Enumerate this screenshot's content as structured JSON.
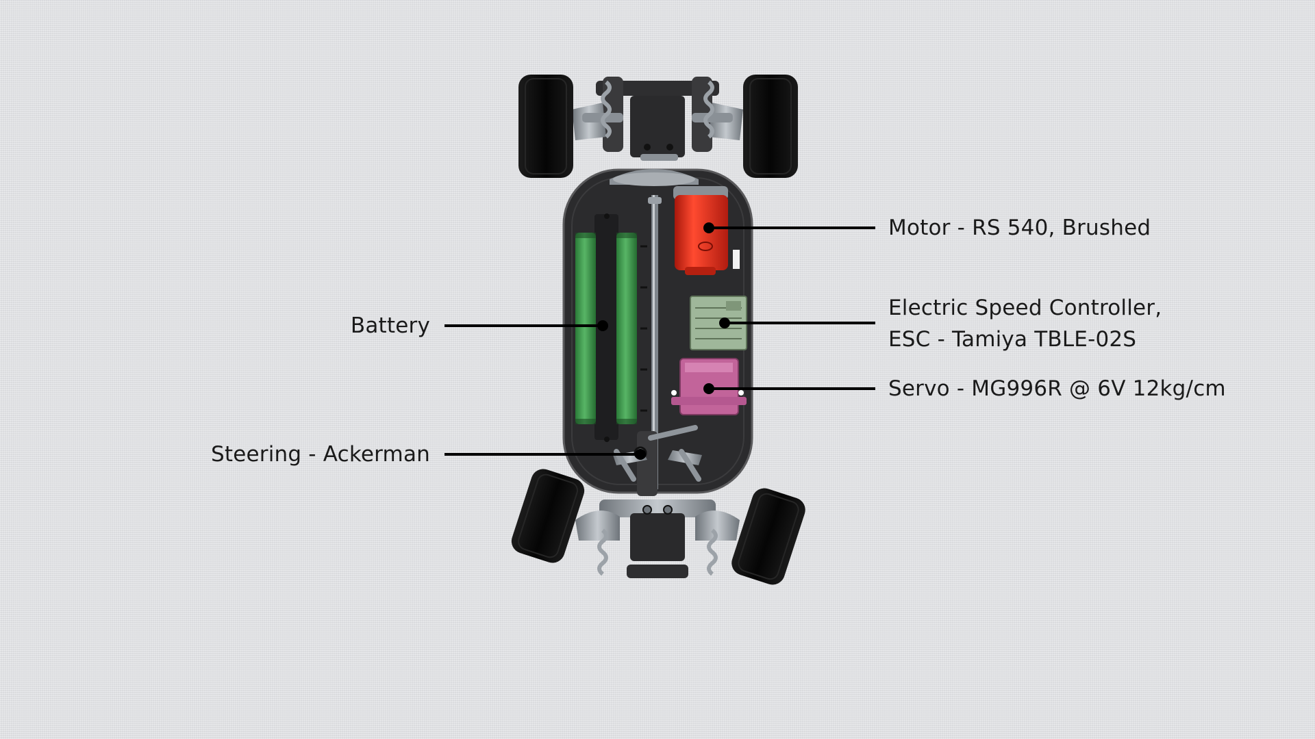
{
  "callouts": {
    "motor": "Motor - RS 540, Brushed",
    "esc_line1": "Electric Speed Controller,",
    "esc_line2": "ESC - Tamiya TBLE-02S",
    "servo": "Servo - MG996R @ 6V 12kg/cm",
    "battery": "Battery",
    "steering": "Steering - Ackerman"
  },
  "colors": {
    "background": "#e3e4e7",
    "chassis": "#2b2b2d",
    "tire": "#0d0d0d",
    "battery_cells": "#3f9a4e",
    "motor": "#d83020",
    "servo": "#c2649a",
    "esc": "#9fb79a",
    "metal": "#9aa0a6",
    "leader_line": "#000000"
  }
}
